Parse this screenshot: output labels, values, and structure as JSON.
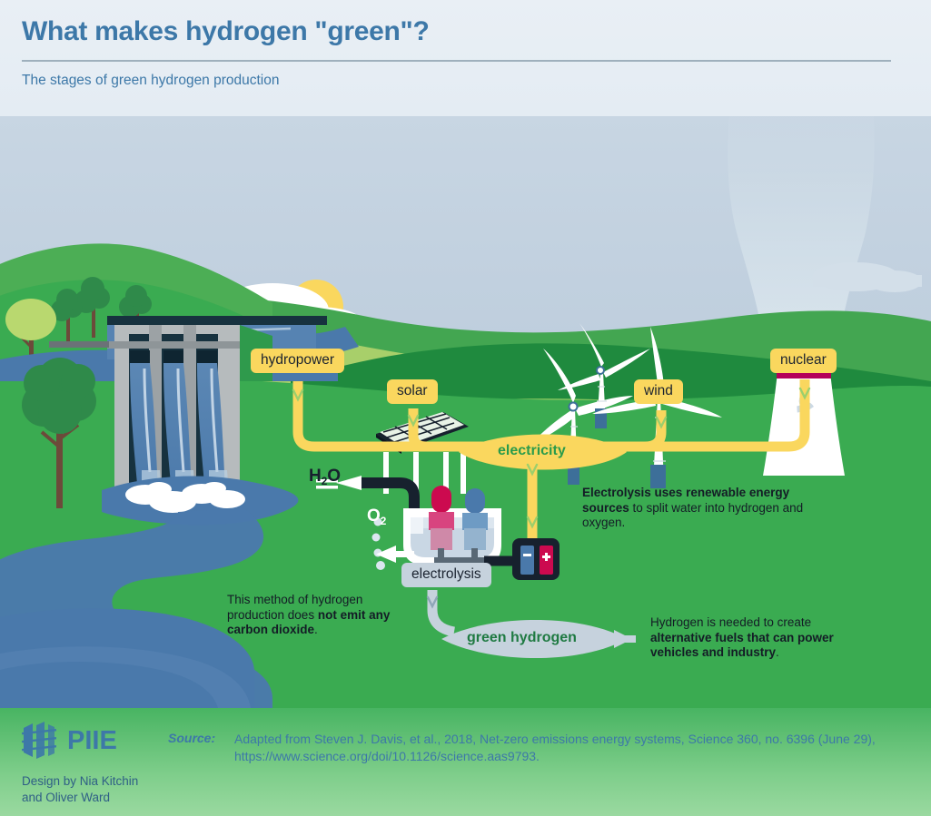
{
  "header": {
    "title": "What makes hydrogen \"green\"?",
    "subtitle": "The stages of green hydrogen production",
    "title_color": "#3d78a8"
  },
  "scene": {
    "source_labels": [
      {
        "id": "hydropower",
        "label": "hydropower"
      },
      {
        "id": "solar",
        "label": "solar"
      },
      {
        "id": "wind",
        "label": "wind"
      },
      {
        "id": "nuclear",
        "label": "nuclear"
      }
    ],
    "process_label": "electrolysis",
    "flow_labels": [
      {
        "id": "electricity",
        "label": "electricity",
        "color": "#2a9b4b",
        "pill_color": "#fad75e"
      },
      {
        "id": "green-hydrogen",
        "label": "green hydrogen",
        "color": "#1f7a42",
        "pill_color": "#c6d2dd"
      }
    ],
    "chemicals": [
      {
        "id": "water-in",
        "formula": "H",
        "sub": "2",
        "formula_tail": "O",
        "color": "#17212e"
      },
      {
        "id": "oxygen-out",
        "formula": "O",
        "sub": "2",
        "formula_tail": "",
        "color": "#ffffff"
      }
    ],
    "notes": [
      {
        "id": "electrolysis-note",
        "bold_lead": "Electrolysis uses renewable energy sources",
        "rest": " to split water into hydrogen and oxygen."
      },
      {
        "id": "no-co2-note",
        "lead": "This method of hydrogen production does ",
        "bold": "not emit any carbon dioxide",
        "tail": "."
      },
      {
        "id": "uses-note",
        "lead": "Hydrogen is needed to create ",
        "bold": "alternative fuels that can power vehicles and industry",
        "tail": "."
      }
    ],
    "battery": {
      "negative": "−",
      "positive": "+"
    },
    "colors": {
      "sky_top": "#c3d2e0",
      "sky_bottom": "#bdced e",
      "grass": "#3aab51",
      "grass_dark": "#1f8a3e",
      "grass_light": "#8cc760",
      "river": "#4a79ab",
      "arrow_yellow": "#fad75e",
      "arrow_grey": "#c6d2dd",
      "tower_band": "#b4005a",
      "navy": "#17212e"
    }
  },
  "footer": {
    "logo_text": "PIIE",
    "source_label": "Source:",
    "source_text": "Adapted from Steven J. Davis, et al., 2018, Net-zero emissions energy systems, Science 360, no. 6396 (June 29), https://www.science.org/doi/10.1126/science.aas9793.",
    "design_credit": "Design by Nia Kitchin\nand Oliver Ward"
  }
}
